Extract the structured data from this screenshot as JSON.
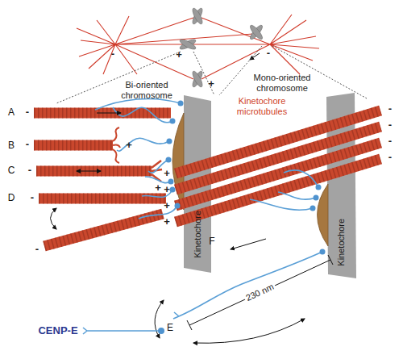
{
  "diagram": {
    "nodes": [
      {
        "text": [
          "Kinetochore"
        ]
      },
      {
        "text": [
          "Kinetochore"
        ]
      }
    ],
    "labels": [
      "Bi-oriented chromosome",
      "Mono-oriented chromosome",
      "Kinetochore microtubules",
      "A",
      "B",
      "C",
      "D",
      "E",
      "F",
      "230 nm",
      "-",
      "+",
      "-",
      "+",
      "-",
      "-",
      "+",
      "-",
      "-",
      "+",
      "-",
      "-",
      "-",
      "-",
      "-",
      "+",
      "+",
      "+",
      "+"
    ],
    "legend": [
      {
        "text": "CENP-E"
      }
    ]
  }
}
